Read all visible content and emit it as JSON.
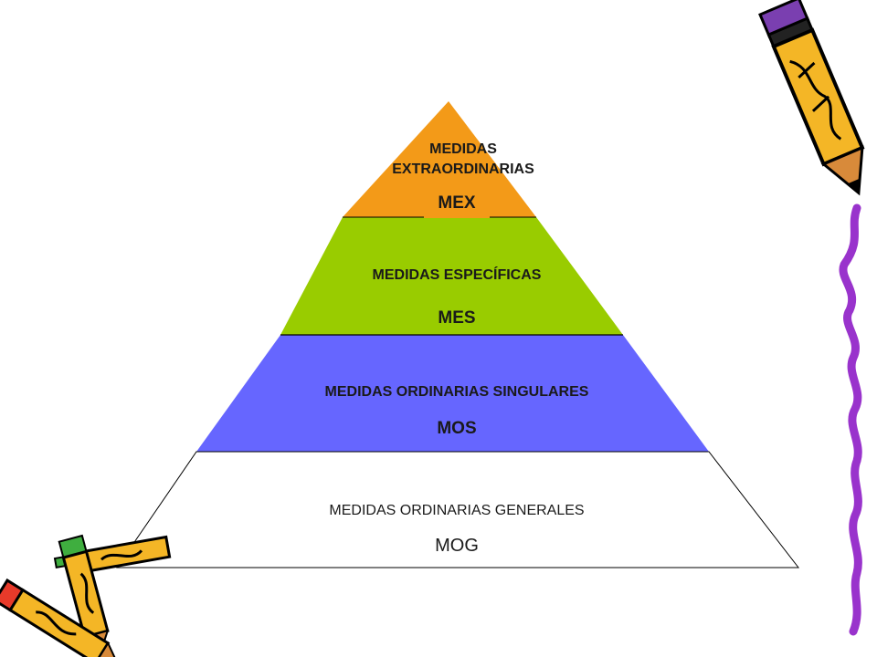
{
  "pyramid": {
    "levels": [
      {
        "title": "MEDIDAS EXTRAORDINARIAS",
        "code": "MEX",
        "color": "#f39a18"
      },
      {
        "title": "MEDIDAS ESPECÍFICAS",
        "code": "MES",
        "color": "#99cc00"
      },
      {
        "title": "MEDIDAS ORDINARIAS SINGULARES",
        "code": "MOS",
        "color": "#6666ff"
      },
      {
        "title": "MEDIDAS ORDINARIAS GENERALES",
        "code": "MOG",
        "color": "#ffffff"
      }
    ]
  },
  "decorations": {
    "top_right": "pencil-icon",
    "right_edge": "purple-squiggle",
    "bottom_left": "crossed-pencils-icon"
  }
}
